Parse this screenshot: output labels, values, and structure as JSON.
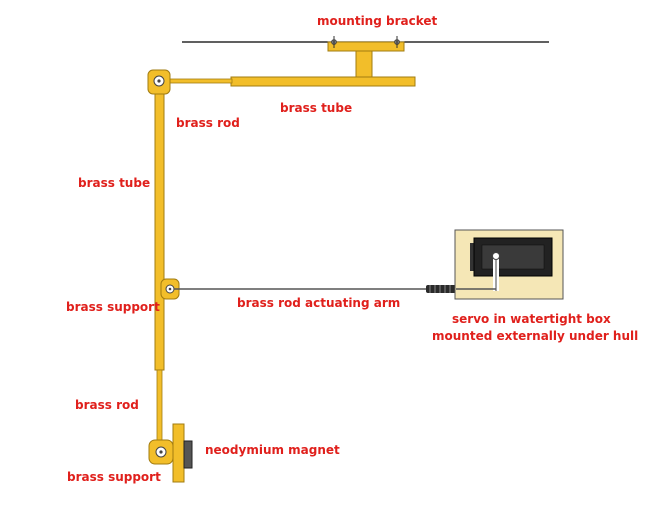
{
  "labels": {
    "mounting_bracket": "mounting bracket",
    "brass_tube_top": "brass tube",
    "brass_rod_top": "brass rod",
    "brass_tube_left": "brass tube",
    "brass_support_mid": "brass support",
    "brass_rod_arm": "brass rod actuating arm",
    "servo_line1": "servo in watertight box",
    "servo_line2": "mounted externally under hull",
    "brass_rod_bottom": "brass rod",
    "neodymium_magnet": "neodymium magnet",
    "brass_support_bottom": "brass support"
  },
  "colors": {
    "label_text": "#e0201c",
    "brass": "#f2be2a",
    "brass_outline": "#a27c10",
    "servo_box": "#f5e7b6",
    "servo_body": "#222222",
    "magnet": "#555555",
    "line": "#000000"
  }
}
